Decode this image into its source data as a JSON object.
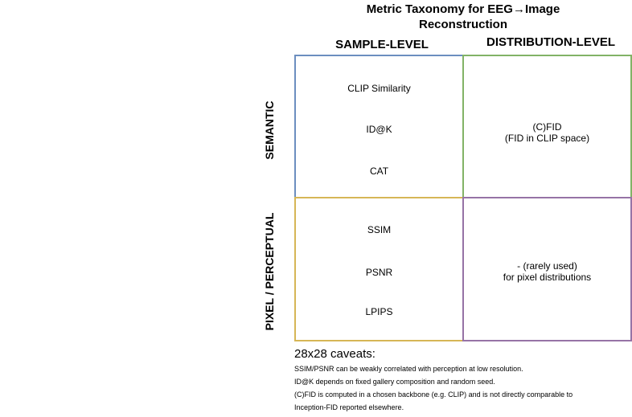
{
  "title": {
    "line1": "Metric Taxonomy for EEG→Image",
    "line2": "Reconstruction"
  },
  "columns": [
    "SAMPLE-LEVEL",
    "DISTRIBUTION-LEVEL"
  ],
  "rows": [
    "SEMANTIC",
    "PIXEL / PERCEPTUAL"
  ],
  "cells": {
    "semantic_sample": [
      "CLIP Similarity",
      "ID@K",
      "CAT"
    ],
    "semantic_distribution": [
      "(C)FID",
      "(FID in CLIP space)"
    ],
    "pixel_sample": [
      "SSIM",
      "PSNR",
      "LPIPS"
    ],
    "pixel_distribution": [
      "- (rarely used)",
      "for pixel distributions"
    ]
  },
  "colors": {
    "semantic_sample_border": "#6c8ebf",
    "semantic_distribution_border": "#82b366",
    "pixel_sample_border": "#d6b656",
    "pixel_distribution_border": "#9673a6"
  },
  "caveats": {
    "heading": "28x28 caveats:",
    "lines": [
      "SSIM/PSNR can be weakly correlated with perception at low resolution.",
      "ID@K depends on fixed gallery composition and random seed.",
      "(C)FID is computed in a chosen backbone (e.g. CLIP) and is not directly comparable to",
      "Inception-FID reported elsewhere."
    ]
  }
}
